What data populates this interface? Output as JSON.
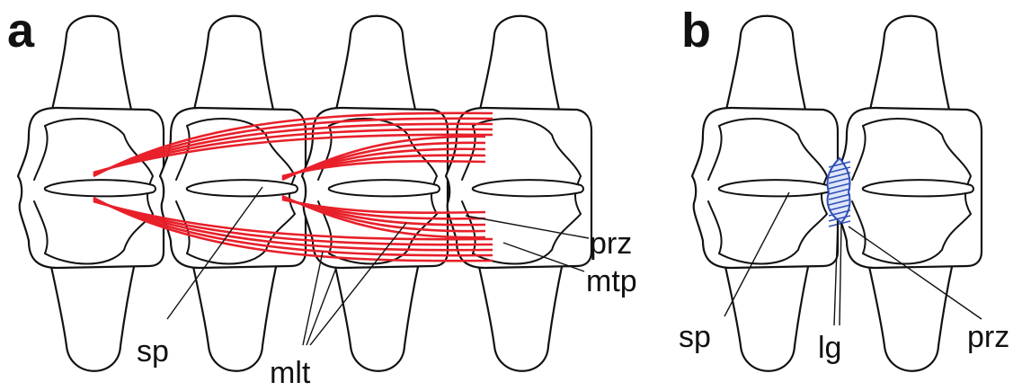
{
  "panels": {
    "a": {
      "letter": "a",
      "labels": {
        "sp": "sp",
        "mlt": "mlt",
        "prz": "prz",
        "mtp": "mtp"
      }
    },
    "b": {
      "letter": "b",
      "labels": {
        "sp": "sp",
        "lg": "lg",
        "prz": "prz"
      }
    }
  },
  "colors": {
    "muscle": "#e8202a",
    "ligament": "#2e4fb5",
    "outline": "#111111"
  }
}
